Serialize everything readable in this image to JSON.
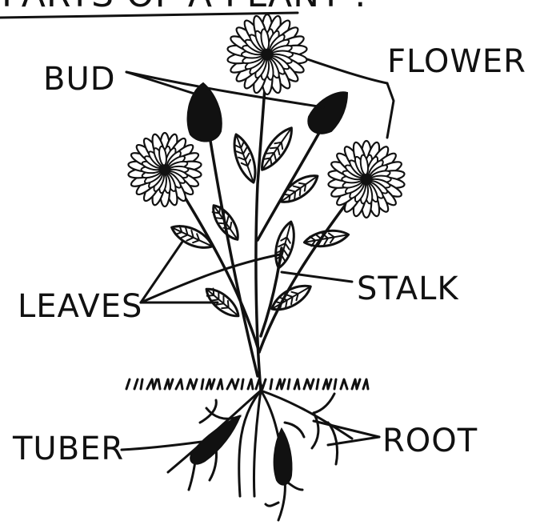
{
  "diagram": {
    "heading": "PARTS OF A PLANT :",
    "labels": {
      "bud": "BUD",
      "flower": "FLOWER",
      "leaves": "LEAVES",
      "stalk": "STALK",
      "tuber": "TUBER",
      "root": "ROOT"
    },
    "colors": {
      "ink": "#111111",
      "paper": "#ffffff"
    }
  }
}
